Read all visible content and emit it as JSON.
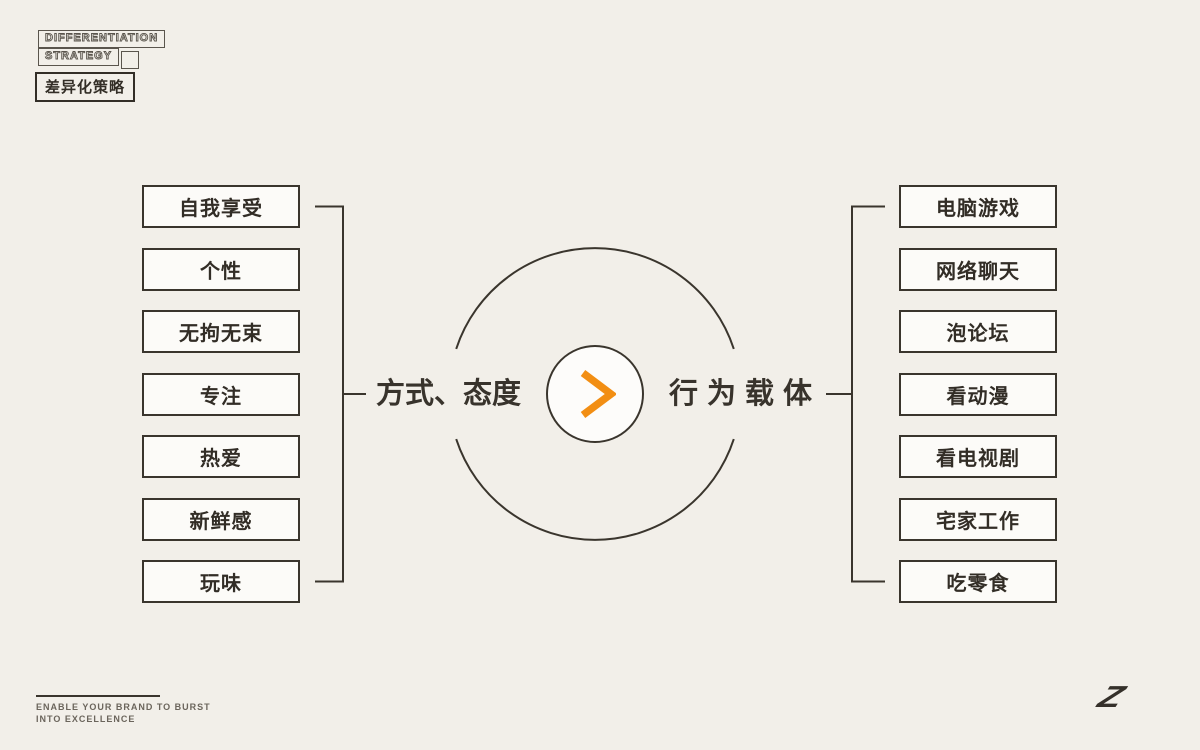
{
  "page": {
    "background_color": "#f2efe9",
    "ink_color": "#3a352d",
    "accent_color": "#F28E13"
  },
  "header": {
    "title_line1": "DIFFERENTIATION",
    "title_line2": "STRATEGY",
    "subtitle": "差异化策略"
  },
  "diagram": {
    "left_group_label": "方式、态度",
    "right_group_label": "行为载体",
    "center_symbol": ">",
    "left_items": [
      "自我享受",
      "个性",
      "无拘无束",
      "专注",
      "热爱",
      "新鲜感",
      "玩味"
    ],
    "right_items": [
      "电脑游戏",
      "网络聊天",
      "泡论坛",
      "看动漫",
      "看电视剧",
      "宅家工作",
      "吃零食"
    ]
  },
  "footer": {
    "tagline_line1": "ENABLE YOUR BRAND TO BURST",
    "tagline_line2": "INTO EXCELLENCE",
    "logo_letter": "Z"
  }
}
